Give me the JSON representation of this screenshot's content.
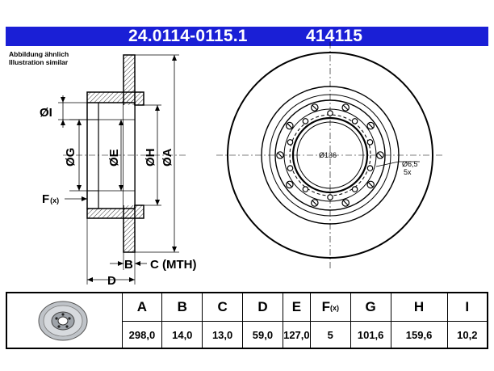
{
  "header": {
    "part_number": "24.0114-0115.1",
    "ref_number": "414115"
  },
  "note": {
    "line1": "Abbildung ähnlich",
    "line2": "Illustration similar"
  },
  "drawing": {
    "labels": {
      "I": "ØI",
      "G": "ØG",
      "E": "ØE",
      "H": "ØH",
      "A": "ØA",
      "F": "F",
      "F_suffix": "(x)",
      "B": "B",
      "C": "C (MTH)",
      "D": "D"
    },
    "front": {
      "center_bore": "Ø136",
      "bolt_hole": "Ø6,5",
      "bolt_count": "5x"
    }
  },
  "table": {
    "headers": [
      "A",
      "B",
      "C",
      "D",
      "E",
      "F",
      "G",
      "H",
      "I"
    ],
    "f_suffix": "(x)",
    "values": [
      "298,0",
      "14,0",
      "13,0",
      "59,0",
      "127,0",
      "5",
      "101,6",
      "159,6",
      "10,2"
    ]
  }
}
